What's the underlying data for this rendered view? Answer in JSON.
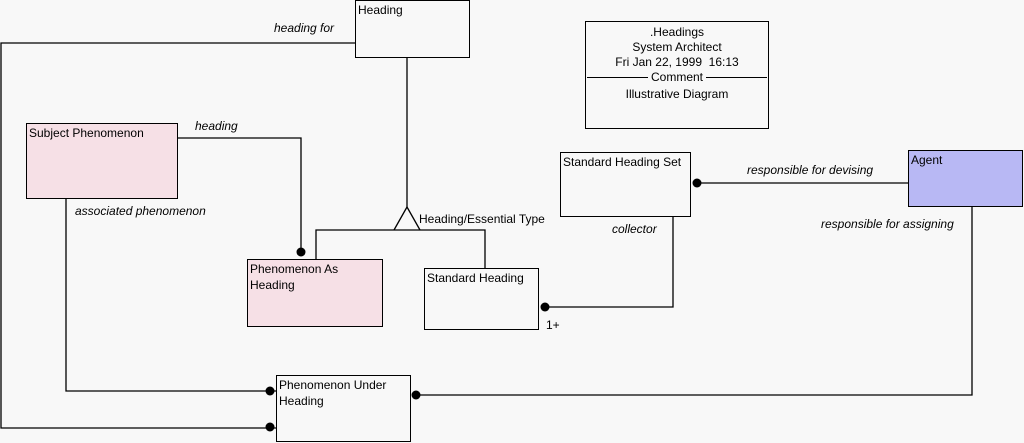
{
  "diagram": {
    "colors": {
      "background": "#f8f8f8",
      "line": "#000000",
      "entity_default": "#f8f8f8",
      "entity_pink": "#f6e0e6",
      "entity_blue": "#b8b8f4"
    },
    "note": {
      "title": ".Headings",
      "author": "System Architect",
      "date": "Fri Jan 22, 1999  16:13",
      "section": "Comment",
      "comment": "Illustrative Diagram"
    },
    "entities": {
      "heading": "Heading",
      "subject_phenomenon": "Subject Phenomenon",
      "phenomenon_as_heading": "Phenomenon As Heading",
      "standard_heading": "Standard Heading",
      "standard_heading_set": "Standard Heading Set",
      "agent": "Agent",
      "phenomenon_under_heading": "Phenomenon Under Heading"
    },
    "relationships": {
      "heading_for": "heading for",
      "heading": "heading",
      "associated_phenomenon": "associated phenomenon",
      "subtype_category": "Heading/Essential Type",
      "collector": "collector",
      "collector_cardinality": "1+",
      "responsible_for_devising": "responsible for devising",
      "responsible_for_assigning": "responsible for assigning"
    }
  }
}
